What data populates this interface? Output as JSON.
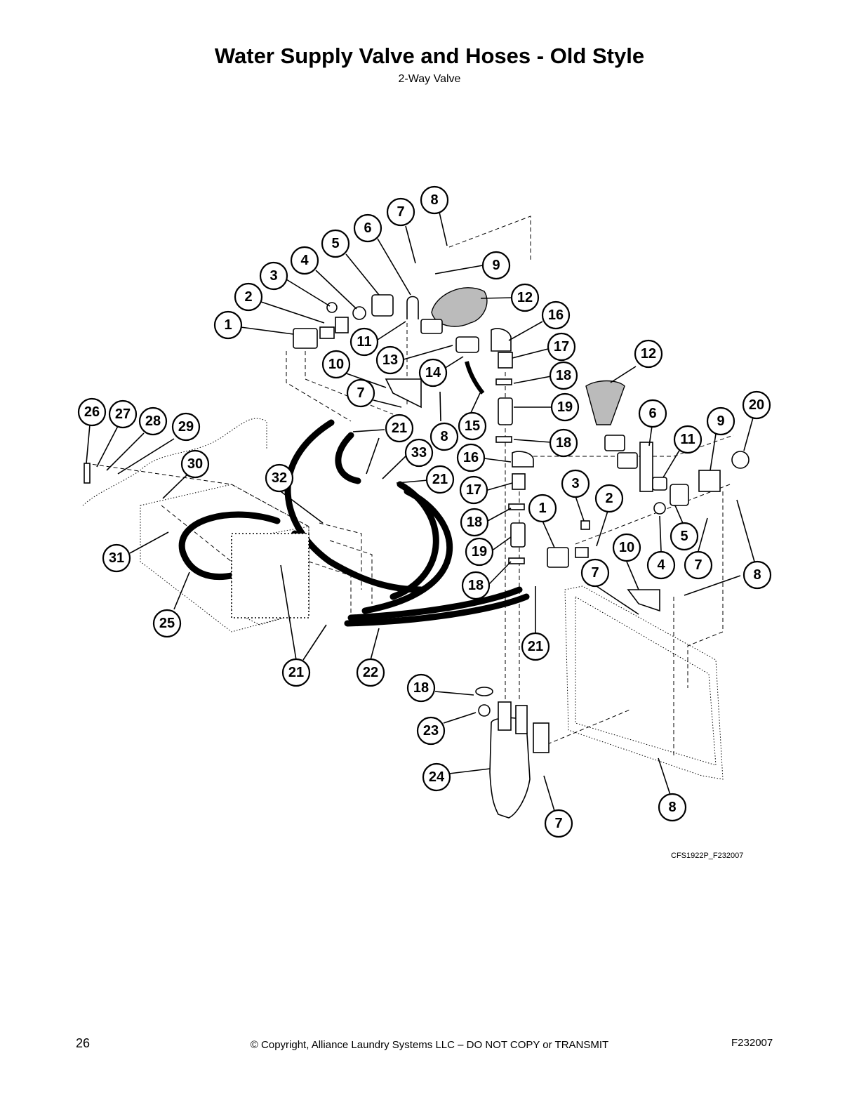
{
  "title": "Water Supply Valve and Hoses - Old Style",
  "subtitle": "2-Way Valve",
  "figure_code": "CFS1922P_F232007",
  "footer": {
    "page_number": "26",
    "copyright": "© Copyright, Alliance Laundry Systems LLC – DO NOT COPY or TRANSMIT",
    "doc_code": "F232007"
  },
  "callouts": [
    "1",
    "2",
    "3",
    "4",
    "5",
    "6",
    "7",
    "8",
    "9",
    "10",
    "11",
    "12",
    "13",
    "14",
    "15",
    "16",
    "17",
    "18",
    "19",
    "20",
    "21",
    "22",
    "23",
    "24",
    "25",
    "26",
    "27",
    "28",
    "29",
    "30",
    "31",
    "32",
    "33"
  ]
}
